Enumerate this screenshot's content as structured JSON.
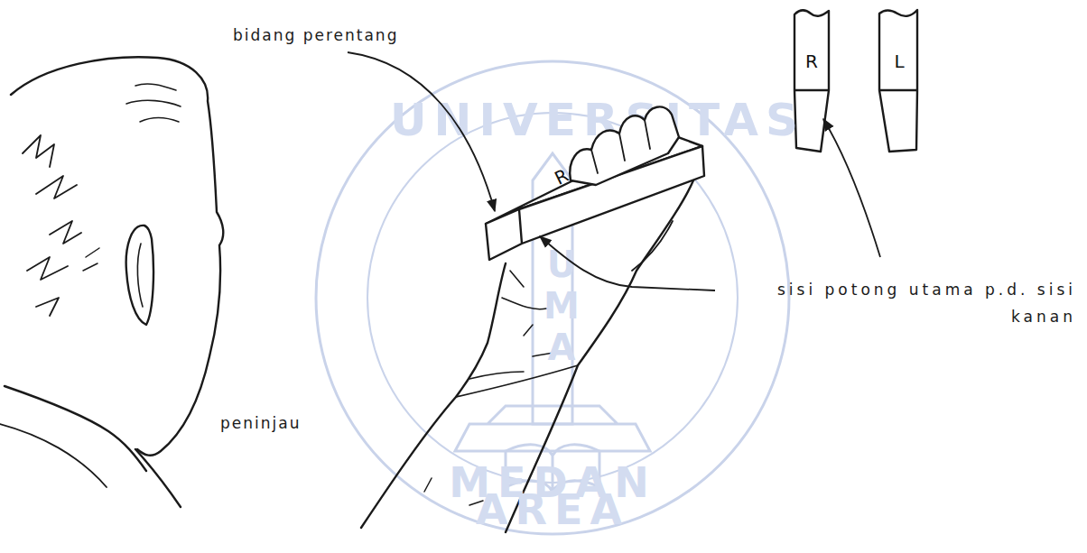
{
  "diagram": {
    "nodes": [
      {
        "text": [
          "R"
        ]
      },
      {
        "text": [
          "L"
        ]
      },
      {
        "text": [
          "R"
        ]
      }
    ],
    "labels": [
      "bidang perentang",
      "sisi potong utama p.d. sisi kanan",
      "peninjau",
      "UNIVERSITAS",
      "UMA",
      "MEDAN AREA"
    ]
  }
}
